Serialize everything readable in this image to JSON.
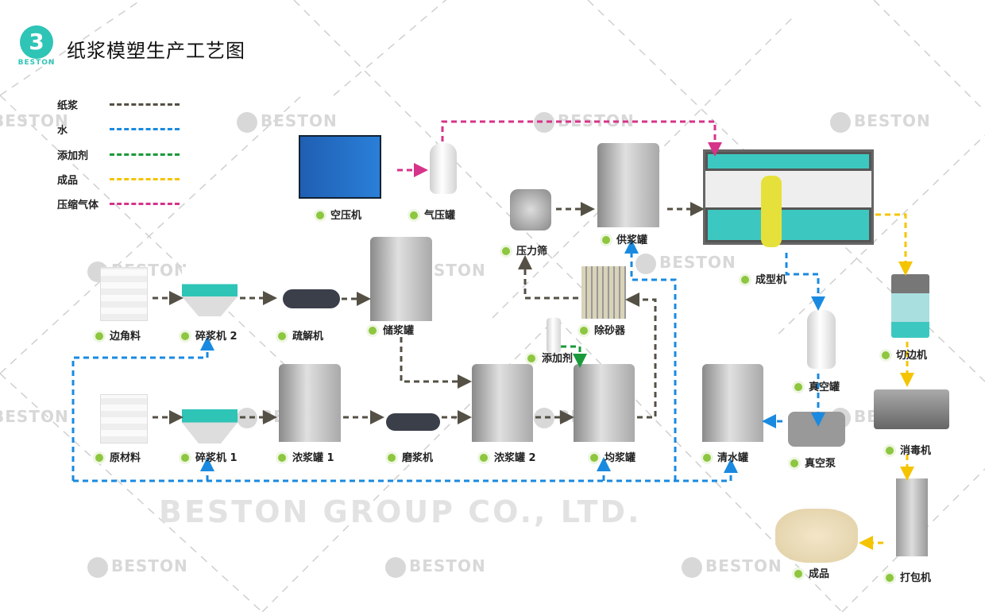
{
  "header": {
    "title": "纸浆模塑生产工艺图",
    "logo_text": "BESTON"
  },
  "legend": [
    {
      "label": "纸浆",
      "color": "#555045"
    },
    {
      "label": "水",
      "color": "#1a8ae0"
    },
    {
      "label": "添加剂",
      "color": "#1a9a3a"
    },
    {
      "label": "成品",
      "color": "#f5c400"
    },
    {
      "label": "压缩气体",
      "color": "#d6338a"
    }
  ],
  "watermark": {
    "brand": "BESTON",
    "company": "BESTON GROUP CO., LTD."
  },
  "nodes": {
    "air_compressor": "空压机",
    "air_tank": "气压罐",
    "pressure_screen": "压力筛",
    "supply_tank": "供浆罐",
    "forming_machine": "成型机",
    "scraps": "边角料",
    "pulper2": "碎浆机 2",
    "deflaker": "疏解机",
    "storage_tank": "储浆罐",
    "desander": "除砂器",
    "additive": "添加剂",
    "vacuum_tank": "真空罐",
    "trimming_machine": "切边机",
    "raw_material": "原材料",
    "pulper1": "碎浆机 1",
    "thick_tank1": "浓浆罐 1",
    "refiner": "磨浆机",
    "thick_tank2": "浓浆罐 2",
    "mixing_tank": "均浆罐",
    "clean_water_tank": "清水罐",
    "vacuum_pump": "真空泵",
    "disinfection_machine": "消毒机",
    "finished_products": "成品",
    "packing_machine": "打包机"
  }
}
